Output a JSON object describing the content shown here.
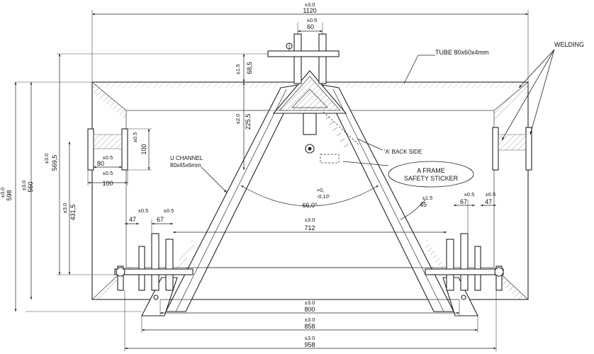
{
  "drawing": {
    "dimensions": {
      "overall_width": {
        "tol": "±3.0",
        "value": "1120"
      },
      "top_pin_spacing": {
        "tol": "±0.5",
        "value": "60"
      },
      "top_offset": {
        "tol": "±1.5",
        "value": "68,5"
      },
      "mast_height": {
        "tol": "±2.0",
        "value": "225,5"
      },
      "left_bracket_inner": {
        "tol": "±0.5",
        "value": "80"
      },
      "left_bracket_outer": {
        "tol": "±0.5",
        "value": "100"
      },
      "left_bracket_height": {
        "tol": "±0.5",
        "value": "100"
      },
      "frame_height_inner": {
        "tol": "±3.0",
        "value": "569,5"
      },
      "frame_height_outer_mid": {
        "tol": "±3.0",
        "value": "560"
      },
      "frame_height_outer": {
        "tol": "±3.0",
        "value": "598"
      },
      "lower_pin_height": {
        "tol": "±3.0",
        "value": "431,5"
      },
      "left_lug_47": {
        "tol": "±0.5",
        "value": "47"
      },
      "left_lug_67": {
        "tol": "±0.5",
        "value": "67"
      },
      "right_lug_67": {
        "tol": "±0.5",
        "value": "67"
      },
      "right_lug_47": {
        "tol": "±0.5",
        "value": "47"
      },
      "lower_span": {
        "tol": "±3.0",
        "value": "712"
      },
      "angle": {
        "tol_plus": "+0,",
        "tol_minus": "-0,10'",
        "value": "66,0°"
      },
      "arm_angle": {
        "tol": "±1.5",
        "value": "45"
      },
      "width_800": {
        "tol": "±3.0",
        "value": "800"
      },
      "width_858": {
        "tol": "±3.0",
        "value": "858"
      },
      "width_958": {
        "tol": "±3.0",
        "value": "958"
      }
    },
    "callouts": {
      "tube": "TUBE 80x60x4mm",
      "welding": "WELDING",
      "u_channel_1": "U CHANNEL",
      "u_channel_2": "80x45x6mm",
      "back_side": "'A' BACK SIDE",
      "sticker_1": "A FRAME",
      "sticker_2": "SAFETY STICKER"
    }
  }
}
